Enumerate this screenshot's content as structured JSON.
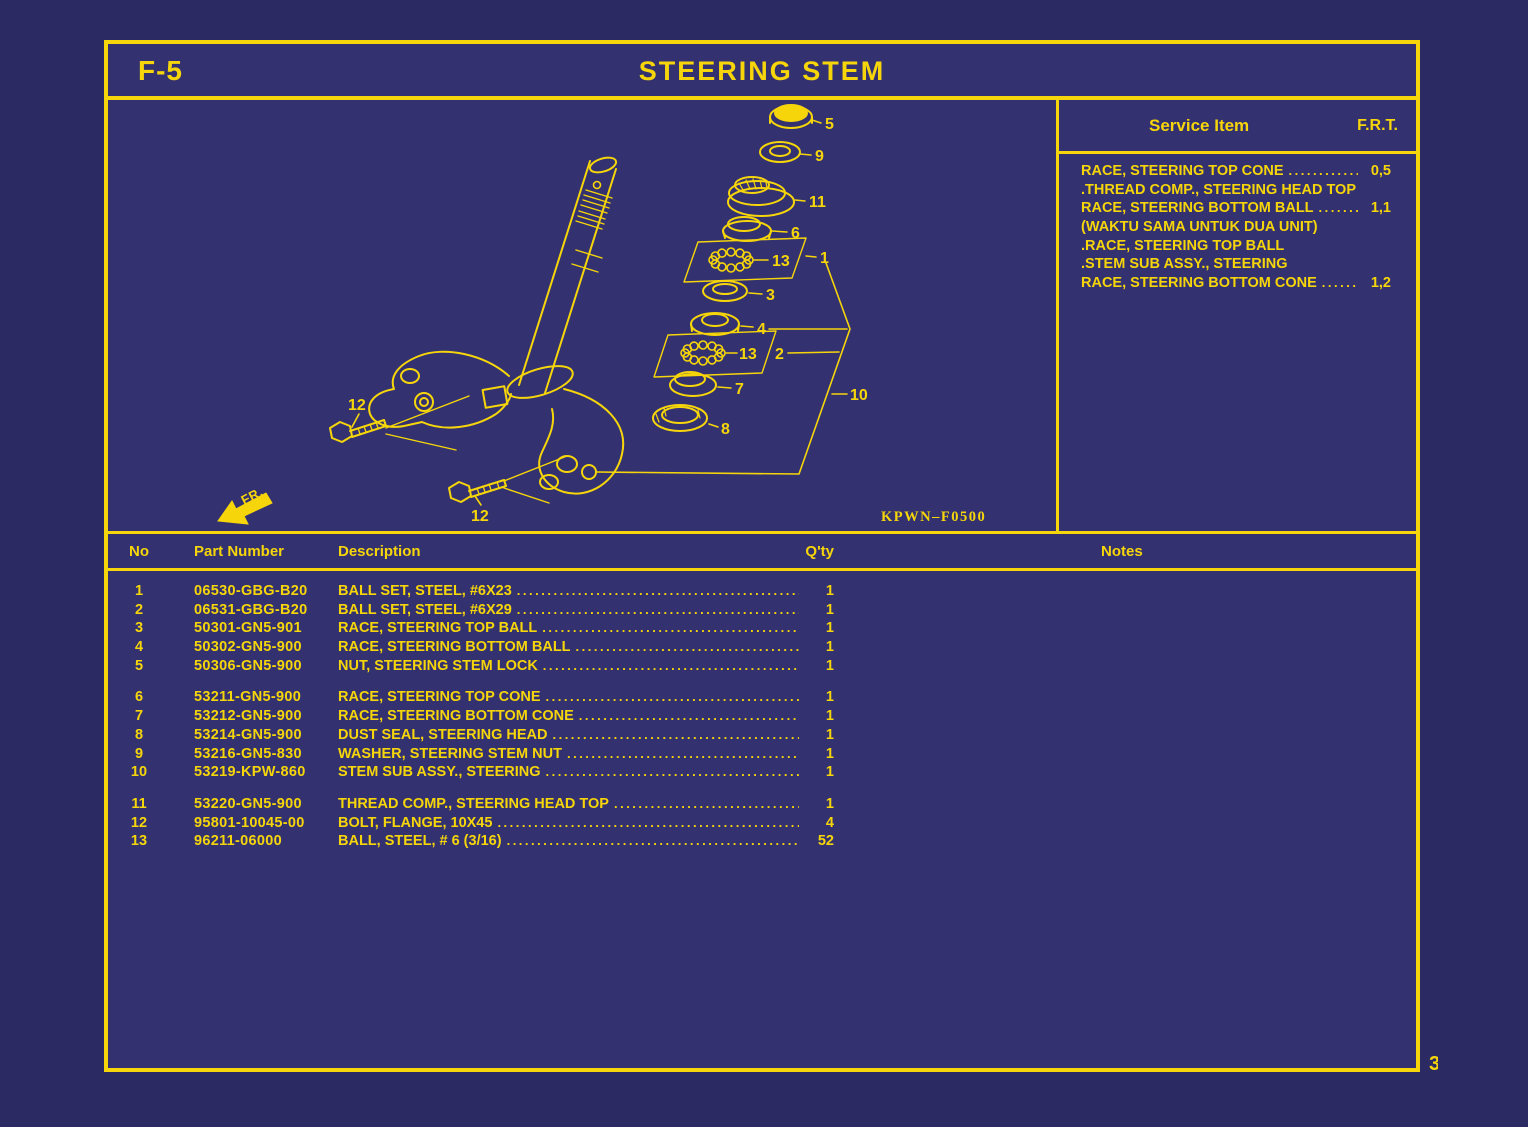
{
  "colors": {
    "background": "#2b2a63",
    "panel": "#333170",
    "accent": "#f6d60a"
  },
  "header": {
    "page_code": "F-5",
    "title": "STEERING STEM"
  },
  "service_panel": {
    "header": {
      "item_label": "Service Item",
      "frt_label": "F.R.T."
    },
    "rows": [
      {
        "text": "RACE, STEERING TOP CONE",
        "value": "0,5"
      },
      {
        "text": ".THREAD COMP., STEERING HEAD TOP",
        "value": ""
      },
      {
        "text": "RACE, STEERING BOTTOM BALL",
        "value": "1,1"
      },
      {
        "text": "(WAKTU SAMA UNTUK DUA UNIT)",
        "value": ""
      },
      {
        "text": ".RACE, STEERING TOP BALL",
        "value": ""
      },
      {
        "text": ".STEM SUB ASSY., STEERING",
        "value": ""
      },
      {
        "text": "RACE, STEERING BOTTOM CONE",
        "value": "1,2"
      }
    ]
  },
  "diagram": {
    "code": "KPWN–F0500",
    "fr_label": "FR.",
    "callouts": {
      "c1": "1",
      "c2": "2",
      "c3": "3",
      "c4": "4",
      "c5": "5",
      "c6": "6",
      "c7": "7",
      "c8": "8",
      "c9": "9",
      "c10": "10",
      "c11": "11",
      "c12": "12",
      "c13": "13"
    }
  },
  "table": {
    "headers": {
      "no": "No",
      "part_number": "Part Number",
      "description": "Description",
      "qty": "Q'ty",
      "notes": "Notes"
    },
    "groups": [
      [
        {
          "no": "1",
          "part_number": "06530-GBG-B20",
          "description": "BALL SET, STEEL, #6X23",
          "qty": "1"
        },
        {
          "no": "2",
          "part_number": "06531-GBG-B20",
          "description": "BALL SET, STEEL, #6X29",
          "qty": "1"
        },
        {
          "no": "3",
          "part_number": "50301-GN5-901",
          "description": "RACE, STEERING TOP BALL",
          "qty": "1"
        },
        {
          "no": "4",
          "part_number": "50302-GN5-900",
          "description": "RACE, STEERING BOTTOM BALL",
          "qty": "1"
        },
        {
          "no": "5",
          "part_number": "50306-GN5-900",
          "description": "NUT, STEERING STEM LOCK",
          "qty": "1"
        }
      ],
      [
        {
          "no": "6",
          "part_number": "53211-GN5-900",
          "description": "RACE, STEERING TOP CONE",
          "qty": "1"
        },
        {
          "no": "7",
          "part_number": "53212-GN5-900",
          "description": "RACE, STEERING BOTTOM CONE",
          "qty": "1"
        },
        {
          "no": "8",
          "part_number": "53214-GN5-900",
          "description": "DUST SEAL, STEERING HEAD",
          "qty": "1"
        },
        {
          "no": "9",
          "part_number": "53216-GN5-830",
          "description": "WASHER, STEERING STEM NUT",
          "qty": "1"
        },
        {
          "no": "10",
          "part_number": "53219-KPW-860",
          "description": "STEM SUB ASSY., STEERING",
          "qty": "1"
        }
      ],
      [
        {
          "no": "11",
          "part_number": "53220-GN5-900",
          "description": "THREAD COMP., STEERING HEAD TOP",
          "qty": "1"
        },
        {
          "no": "12",
          "part_number": "95801-10045-00",
          "description": "BOLT, FLANGE, 10X45",
          "qty": "4"
        },
        {
          "no": "13",
          "part_number": "96211-06000",
          "description": "BALL, STEEL, # 6 (3/16)",
          "qty": "52"
        }
      ]
    ]
  },
  "misc": {
    "edge_glyph": "3"
  }
}
